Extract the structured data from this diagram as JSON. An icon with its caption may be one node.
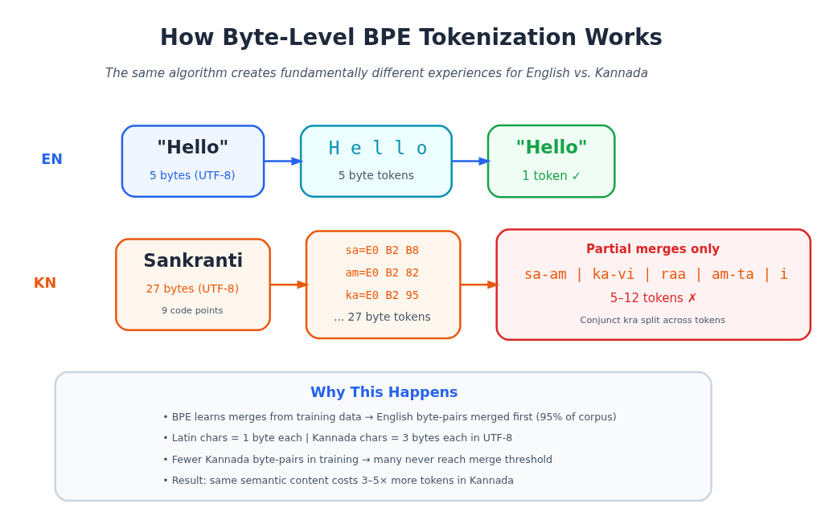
{
  "diagram": {
    "title": "How Byte-Level BPE Tokenization Works",
    "nodes": [
      {
        "text": [
          "\"Hello\"",
          "5 bytes (UTF-8)"
        ]
      },
      {
        "text": [
          "H e l l o",
          "5 byte tokens"
        ]
      },
      {
        "text": [
          "\"Hello\"",
          "1 token ✓"
        ]
      },
      {
        "text": [
          "Sankranti",
          "27 bytes (UTF-8)",
          "9 code points"
        ]
      },
      {
        "text": [
          "sa=E0 B2 B8",
          "am=E0 B2 82",
          "ka=E0 B2 95",
          "... 27 byte tokens"
        ]
      },
      {
        "text": [
          "Partial merges only",
          "sa-am | ka-vi | raa | am-ta | i",
          "5–12 tokens ✗",
          "Conjunct kra split across tokens"
        ]
      },
      {
        "text": [
          "Why This Happens",
          "• BPE learns merges from training data → English byte-pairs merged first (95% of corpus)",
          "• Latin chars = 1 byte each | Kannada chars = 3 bytes each in UTF-8",
          "• Fewer Kannada byte-pairs in training → many never reach merge threshold",
          "• Result: same semantic content costs 3–5× more tokens in Kannada"
        ]
      }
    ],
    "edges": [
      {
        "from": 0,
        "to": 1,
        "arrow": "to",
        "color": "#2563eb"
      },
      {
        "from": 1,
        "to": 2,
        "arrow": "to",
        "color": "#2563eb"
      },
      {
        "from": 3,
        "to": 4,
        "arrow": "to",
        "color": "#ea580c"
      },
      {
        "from": 4,
        "to": 5,
        "arrow": "to",
        "color": "#ea580c"
      }
    ],
    "labels": [
      "The same algorithm creates fundamentally different experiences for English vs. Kannada",
      "EN",
      "KN"
    ]
  }
}
